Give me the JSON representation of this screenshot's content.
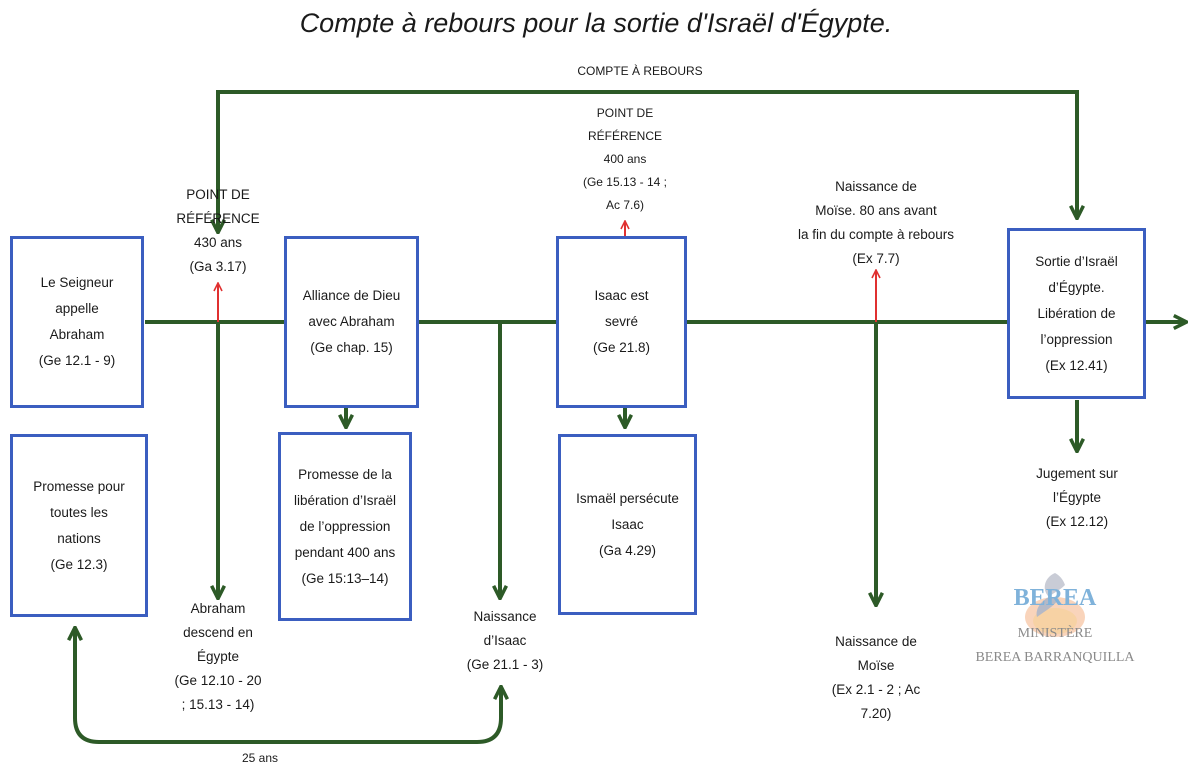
{
  "title": "Compte à rebours pour la sortie d'Israël d'Égypte.",
  "countdown_label": "COMPTE À REBOURS",
  "boxes": {
    "abraham_call": [
      "Le Seigneur",
      "appelle",
      "Abraham",
      "(Ge 12.1 - 9)"
    ],
    "covenant": [
      "Alliance de Dieu",
      "avec Abraham",
      "(Ge chap. 15)"
    ],
    "isaac_weaned": [
      "Isaac est",
      "sevré",
      "(Ge 21.8)"
    ],
    "exodus": [
      "Sortie d’Israël",
      "d’Égypte.",
      "Libération de",
      "l’oppression",
      "(Ex 12.41)"
    ],
    "nations_promise": [
      "Promesse pour",
      "toutes les",
      "nations",
      "(Ge 12.3)"
    ],
    "liberation_promise": [
      "Promesse de la",
      "libération d’Israël",
      "de l’oppression",
      "pendant 400 ans",
      "(Ge 15:13–14)"
    ],
    "ishmael": [
      "Ismaël persécute",
      "Isaac",
      "(Ga 4.29)"
    ]
  },
  "labels": {
    "ref430": [
      "POINT DE",
      "RÉFÉRENCE",
      "430 ans",
      "(Ga 3.17)"
    ],
    "ref400": [
      "POINT DE",
      "RÉFÉRENCE",
      "400 ans",
      "(Ge 15.13 - 14 ;",
      "Ac 7.6)"
    ],
    "moses80": [
      "Naissance de",
      "Moïse. 80 ans avant",
      "la fin du compte à rebours",
      "(Ex 7.7)"
    ],
    "abraham_egypt": [
      "Abraham",
      "descend en",
      "Égypte",
      "(Ge 12.10 - 20",
      "; 15.13 - 14)"
    ],
    "isaac_birth": [
      "Naissance",
      "d’Isaac",
      "(Ge 21.1 - 3)"
    ],
    "moses_birth": [
      "Naissance de",
      "Moïse",
      "(Ex 2.1 - 2 ; Ac",
      "7.20)"
    ],
    "judgment": [
      "Jugement sur",
      "l’Égypte",
      "(Ex 12.12)"
    ],
    "years25": "25 ans"
  },
  "logo": {
    "line1": "BEREA",
    "line2": "MINISTÈRE",
    "line3": "BEREA BARRANQUILLA"
  },
  "colors": {
    "line": "#2d5a27",
    "box_border": "#3b5ec0",
    "reference_arrow": "#e03030",
    "logo_blue": "#7fb2da",
    "logo_gray": "#8a8a8a"
  }
}
